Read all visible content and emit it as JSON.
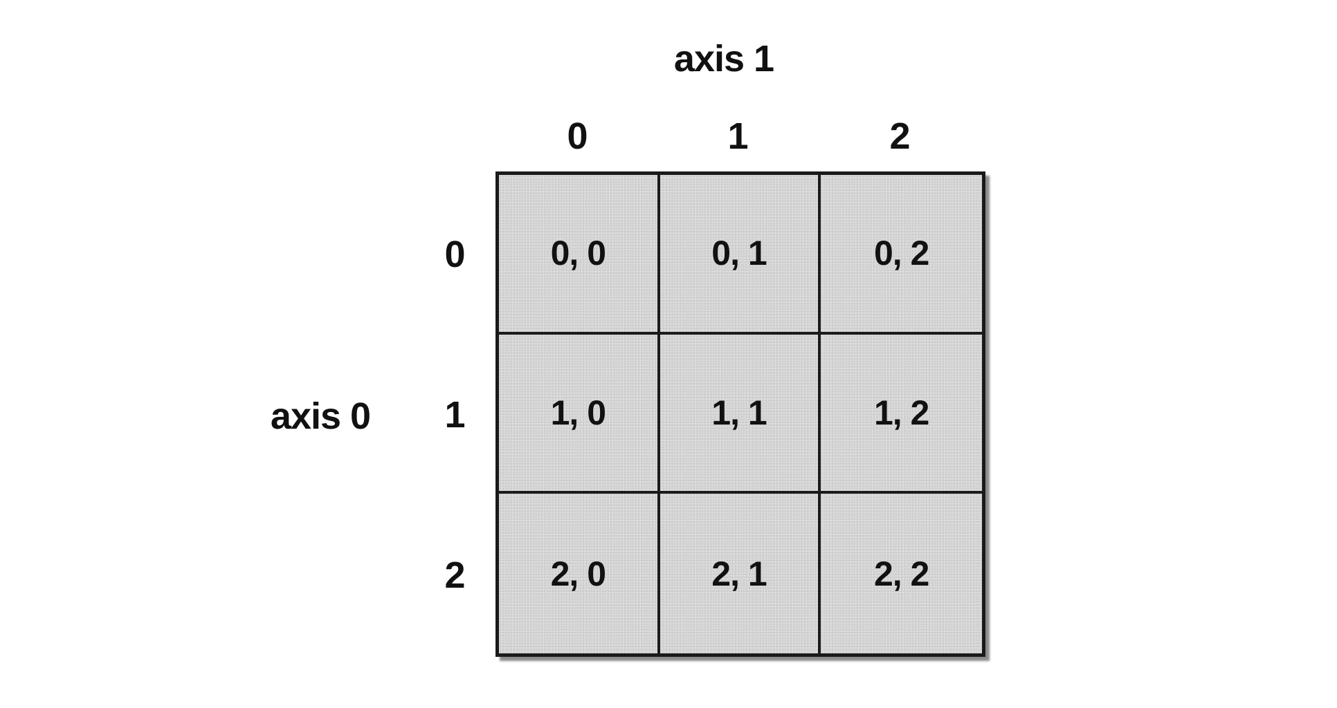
{
  "axis1_label": "axis 1",
  "axis0_label": "axis 0",
  "column_headers": [
    "0",
    "1",
    "2"
  ],
  "row_headers": [
    "0",
    "1",
    "2"
  ],
  "cells": [
    [
      "0, 0",
      "0, 1",
      "0, 2"
    ],
    [
      "1, 0",
      "1, 1",
      "1, 2"
    ],
    [
      "2, 0",
      "2, 1",
      "2, 2"
    ]
  ],
  "colors": {
    "cell_fill": "#d6d6d6",
    "line": "#1a1a1a",
    "text": "#111111"
  }
}
